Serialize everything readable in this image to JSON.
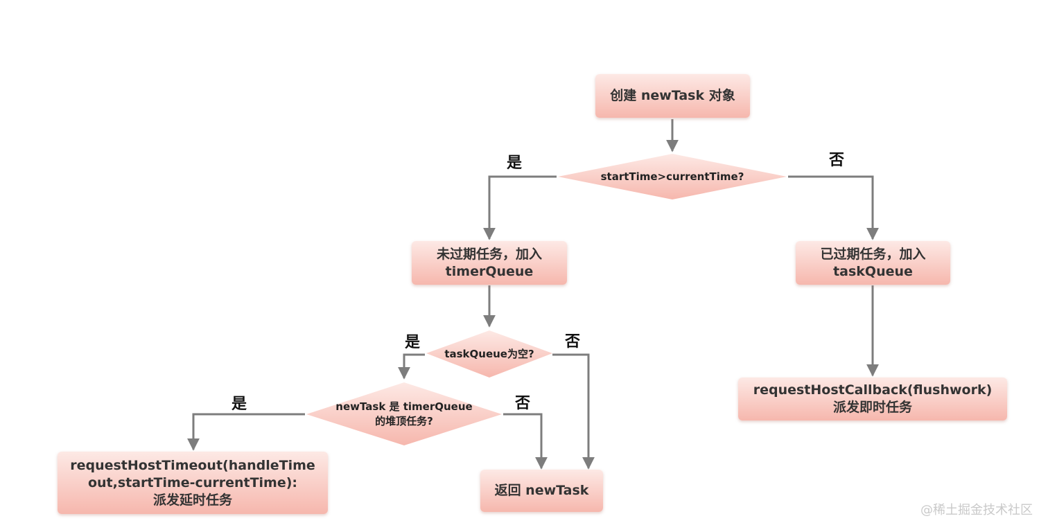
{
  "diagram": {
    "nodes": {
      "create_task": {
        "lines": [
          "创建 newTask 对象"
        ]
      },
      "check_start_time": {
        "lines": [
          "startTime>currentTime?"
        ]
      },
      "unexpired_task": {
        "lines": [
          "未过期任务，加入",
          "timerQueue"
        ]
      },
      "expired_task": {
        "lines": [
          "已过期任务，加入",
          "taskQueue"
        ]
      },
      "task_queue_empty": {
        "lines": [
          "taskQueue为空?"
        ]
      },
      "is_heap_top": {
        "lines": [
          "newTask 是 timerQueue",
          "的堆顶任务?"
        ]
      },
      "request_host_timeout": {
        "lines": [
          "requestHostTimeout(handleTime",
          "out,startTime-currentTime):",
          "派发延时任务"
        ]
      },
      "return_task": {
        "lines": [
          "返回 newTask"
        ]
      },
      "request_host_callback": {
        "lines": [
          "requestHostCallback(flushwork)",
          "派发即时任务"
        ]
      }
    },
    "labels": {
      "yes": "是",
      "no": "否"
    },
    "colors": {
      "box_top": "#fde9e5",
      "box_bottom": "#f6b7ad",
      "connector": "#7d7d7d"
    }
  },
  "watermark": "@稀土掘金技术社区"
}
